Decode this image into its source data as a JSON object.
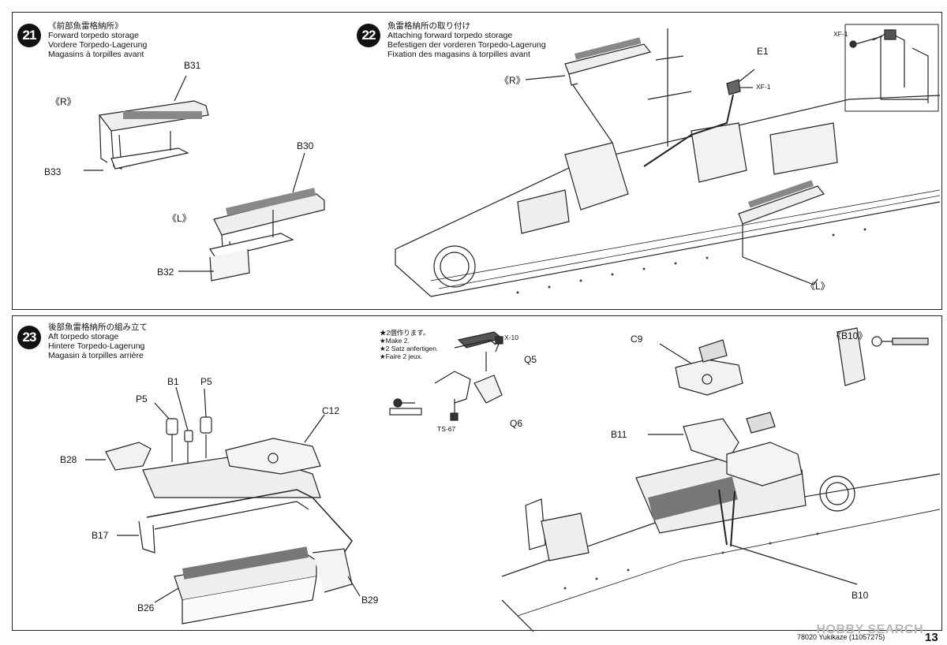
{
  "steps": [
    {
      "number": "21",
      "jp": "《前部魚雷格納所》",
      "en": "Forward torpedo storage",
      "de": "Vordere Torpedo-Lagerung",
      "fr": "Magasins à torpilles avant"
    },
    {
      "number": "22",
      "jp": "魚雷格納所の取り付け",
      "en": "Attaching forward torpedo storage",
      "de": "Befestigen der vorderen Torpedo-Lagerung",
      "fr": "Fixation des magasins à torpilles avant"
    },
    {
      "number": "23",
      "jp": "後部魚雷格納所の組み立て",
      "en": "Aft torpedo storage",
      "de": "Hintere Torpedo-Lagerung",
      "fr": "Magasin à torpilles arrière"
    }
  ],
  "step21_labels": {
    "b31": "B31",
    "r": "《R》",
    "b33": "B33",
    "b30": "B30",
    "l": "《L》",
    "b32": "B32"
  },
  "step22_labels": {
    "xf1_top": "XF-1",
    "e1": "E1",
    "xf1": "XF-1",
    "r": "《R》",
    "l": "《L》"
  },
  "step23_labels": {
    "b1": "B1",
    "p5_left": "P5",
    "p5_right": "P5",
    "c12": "C12",
    "b28": "B28",
    "b17": "B17",
    "b26": "B26",
    "b29": "B29",
    "x10": "X-10",
    "q5": "Q5",
    "q6": "Q6",
    "ts67": "TS-67",
    "b10_view": "《B10》",
    "c9": "C9",
    "b11": "B11",
    "b10": "B10"
  },
  "make_two_note": [
    "★2個作ります。",
    "★Make 2.",
    "★2 Satz anfertigen.",
    "★Faire 2 jeux."
  ],
  "footer": {
    "code": "78020",
    "title": "Yukikaze",
    "ref": "(11057275)",
    "page": "13"
  },
  "watermark": "HOBBY SEARCH"
}
